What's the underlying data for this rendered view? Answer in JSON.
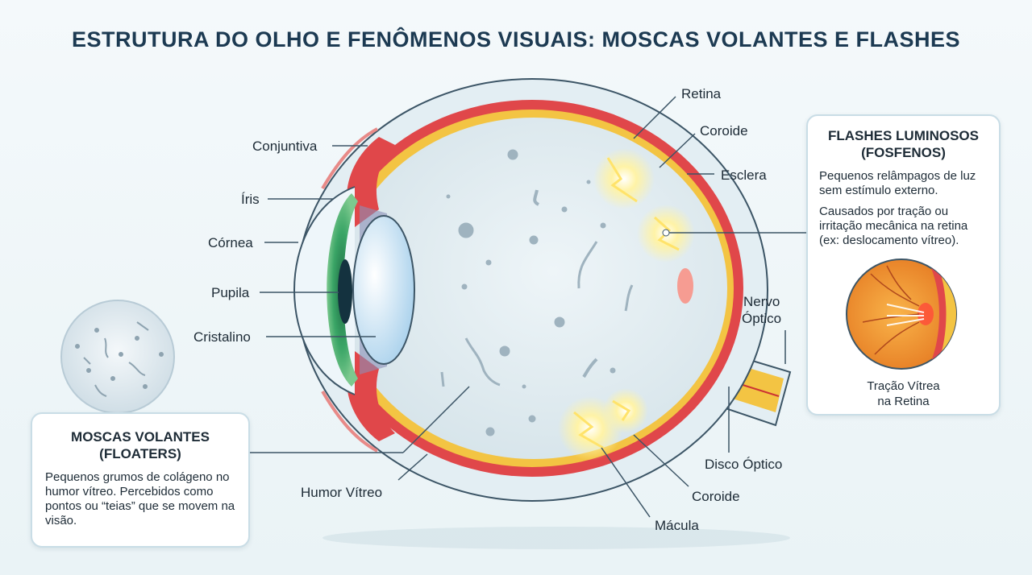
{
  "title": "ESTRUTURA DO OLHO E FENÔMENOS VISUAIS: MOSCAS VOLANTES E FLASHES",
  "labels": {
    "retina": "Retina",
    "coroide_top": "Coroide",
    "esclera": "Esclera",
    "conjuntiva": "Conjuntiva",
    "iris": "Íris",
    "cornea": "Córnea",
    "pupila": "Pupila",
    "cristalino": "Cristalino",
    "nervo_optico_1": "Nervo",
    "nervo_optico_2": "Óptico",
    "disco_optico": "Disco Óptico",
    "coroide_bottom": "Coroide",
    "macula": "Mácula",
    "humor_vitreo": "Humor Vítreo"
  },
  "floaters": {
    "title_1": "MOSCAS VOLANTES",
    "title_2": "(FLOATERS)",
    "description": "Pequenos grumos de colágeno no humor vítreo. Percebidos como pontos ou “teias” que se movem na visão."
  },
  "flashes": {
    "title_1": "FLASHES LUMINOSOS",
    "title_2": "(FOSFENOS)",
    "description_1": "Pequenos relâmpagos de luz sem estímulo externo.",
    "description_2": "Causados por tração ou irritação mecânica na retina (ex: deslocamento vítreo).",
    "inset_caption_1": "Tração Vítrea",
    "inset_caption_2": "na Retina"
  },
  "colors": {
    "sclera": "#e3eef3",
    "choroid": "#e0474a",
    "retina": "#f3c443",
    "vitreous": "#dde9ee",
    "iris": "#3aa566",
    "lens": "#cfe6f5",
    "flash": "#fff3a6",
    "title": "#1c3a52"
  }
}
